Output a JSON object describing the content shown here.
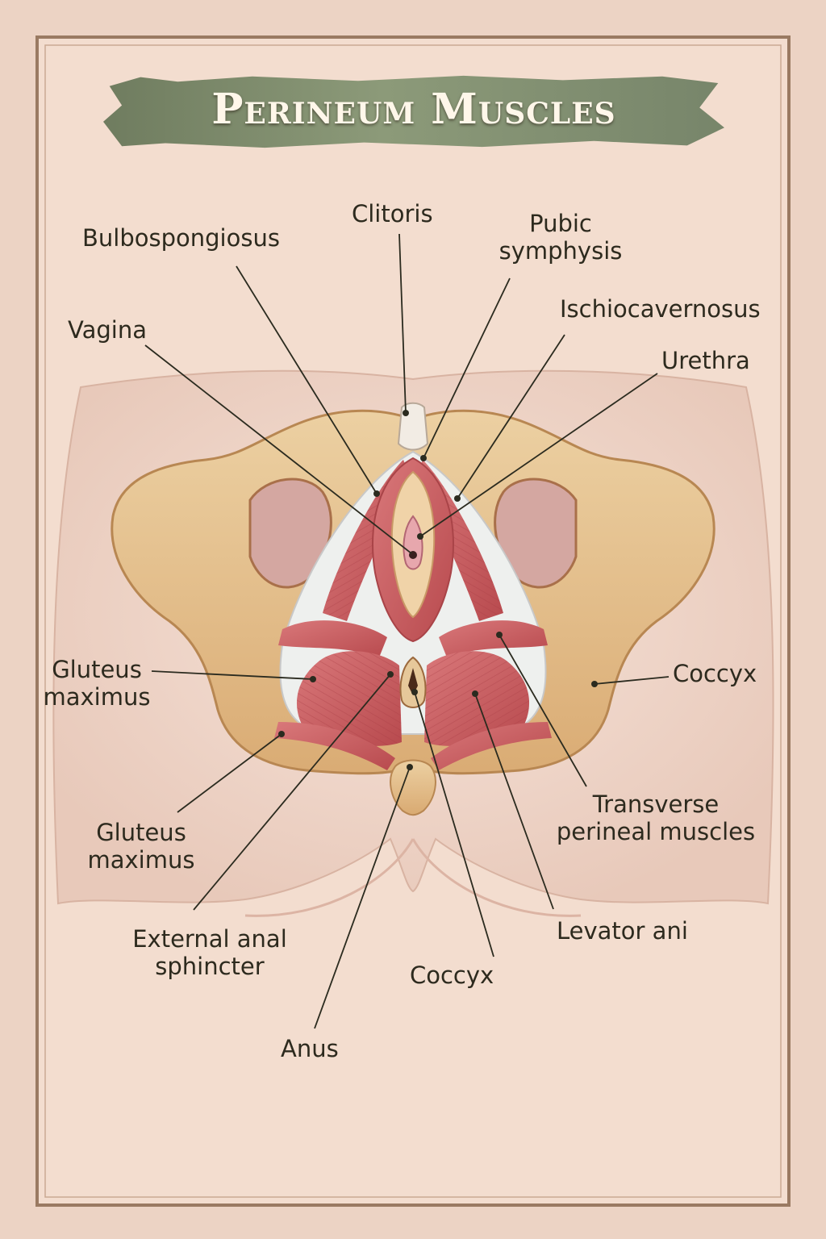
{
  "title": "Perineum Muscles",
  "labels": {
    "clitoris": "Clitoris",
    "bulbospongiosus": "Bulbospongiosus",
    "pubic_symphysis_1": "Pubic",
    "pubic_symphysis_2": "symphysis",
    "ischiocavernosus": "Ischiocavernosus",
    "vagina": "Vagina",
    "urethra": "Urethra",
    "gluteus_left_1": "Gluteus",
    "gluteus_left_2": "maximus",
    "coccyx_right": "Coccyx",
    "transverse_1": "Transverse",
    "transverse_2": "perineal muscles",
    "gluteus_lower_1": "Gluteus",
    "gluteus_lower_2": "maximus",
    "levator_ani": "Levator ani",
    "external_anal_1": "External anal",
    "external_anal_2": "sphincter",
    "coccyx_bottom": "Coccyx",
    "anus": "Anus"
  },
  "colors": {
    "background": "#ecd3c4",
    "banner": "#7f8c6d",
    "bone": "#e2bc8a",
    "muscle": "#c9575a",
    "skin": "#f3ddd2",
    "text": "#2d2a1e"
  }
}
